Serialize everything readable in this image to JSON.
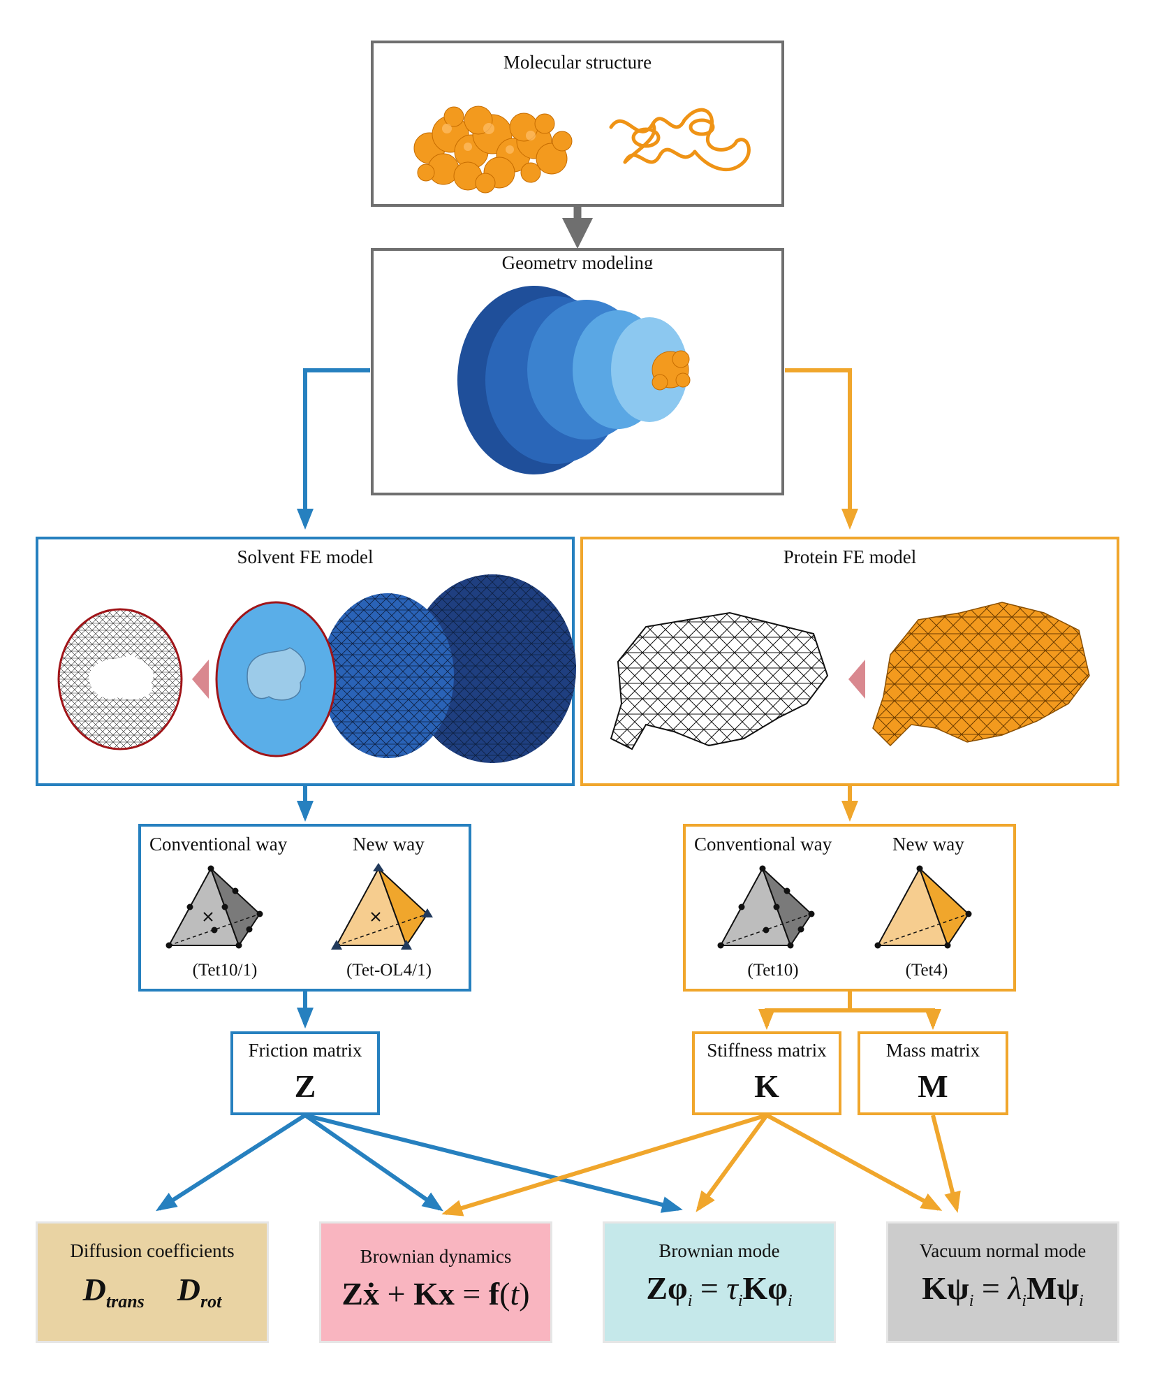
{
  "boxes": {
    "molecular": "Molecular structure",
    "geometry": "Geometry modeling",
    "solvent": "Solvent FE model",
    "protein": "Protein FE model"
  },
  "elements": {
    "left": {
      "conv": "Conventional way",
      "new": "New way",
      "conv_label": "(Tet10/1)",
      "new_label": "(Tet-OL4/1)"
    },
    "right": {
      "conv": "Conventional way",
      "new": "New way",
      "conv_label": "(Tet10)",
      "new_label": "(Tet4)"
    }
  },
  "matrices": {
    "friction": {
      "title": "Friction matrix",
      "symbol": "Z"
    },
    "stiffness": {
      "title": "Stiffness matrix",
      "symbol": "K"
    },
    "mass": {
      "title": "Mass matrix",
      "symbol": "M"
    }
  },
  "outputs": {
    "diffusion": {
      "title": "Diffusion coefficients",
      "d1": "D",
      "d1_sub": "trans",
      "d2": "D",
      "d2_sub": "rot",
      "color": "#e9d3a3"
    },
    "brownian_dynamics": {
      "title": "Brownian dynamics",
      "color": "#f9b5c0",
      "eq": {
        "z": "Z",
        "xdot": "ẋ",
        "plus": " + ",
        "kx": "Kx",
        "eqs": " = ",
        "f": "f",
        "open": "(",
        "t": "t",
        "close": ")"
      }
    },
    "brownian_mode": {
      "title": "Brownian mode",
      "color": "#c5e8ea",
      "eq": {
        "lhs": "Zφ",
        "i1": "i",
        "eqs": " = ",
        "tau": "τ",
        "i2": "i",
        "rhs": "Kφ",
        "i3": "i"
      }
    },
    "vacuum_mode": {
      "title": "Vacuum normal mode",
      "color": "#cccccc",
      "eq": {
        "lhs": "Kψ",
        "i1": "i",
        "eqs": " = ",
        "lam": "λ",
        "i2": "i",
        "rhs": "Mψ",
        "i3": "i"
      }
    }
  },
  "colors": {
    "blue": "#2680bf",
    "orange": "#f0a62c",
    "gray": "#6f6f6f",
    "solvent_dark": "#1f4f9a",
    "solvent_light": "#59aee6",
    "protein": "#f39a1e",
    "marker": "#d9888f"
  }
}
